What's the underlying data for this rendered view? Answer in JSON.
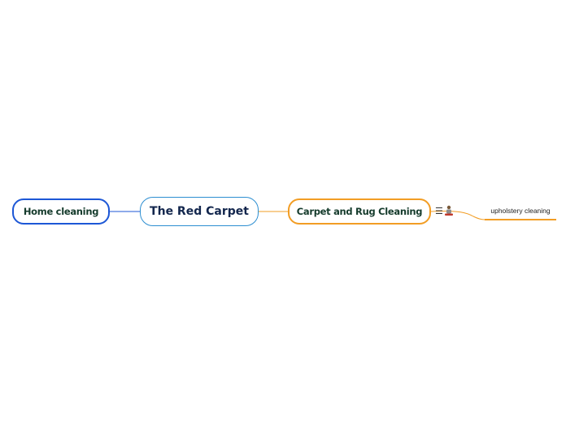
{
  "central": {
    "label": "The Red Carpet"
  },
  "left_topic": {
    "label": "Home cleaning"
  },
  "right_topic": {
    "label": "Carpet and Rug Cleaning"
  },
  "right_topic_icons": [
    "notes-icon",
    "person-icon"
  ],
  "subtopic": {
    "label": "upholstery cleaning"
  },
  "colors": {
    "left_branch": "#1d57d6",
    "center_border": "#2c8ed1",
    "right_branch": "#f29d24"
  }
}
